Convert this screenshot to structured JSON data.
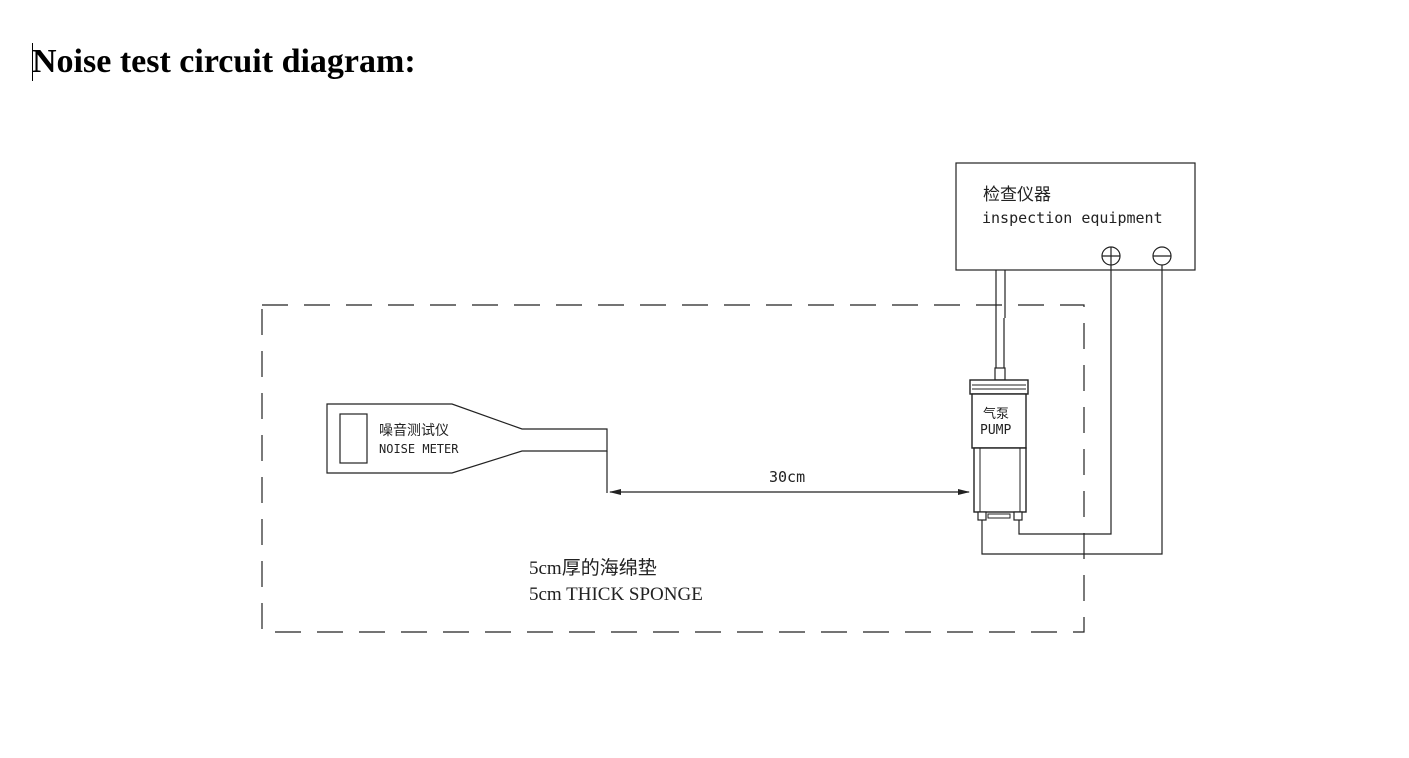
{
  "header": {
    "title": "Noise test circuit diagram:"
  },
  "inspection_box": {
    "label_cn": "检查仪器",
    "label_en": "inspection equipment"
  },
  "noise_meter": {
    "label_cn": "噪音测试仪",
    "label_en": "NOISE METER"
  },
  "pump": {
    "label_cn": "气泵",
    "label_en": "PUMP"
  },
  "distance": {
    "label": "30cm"
  },
  "sponge": {
    "label_cn": "5cm厚的海绵垫",
    "label_en": "5cm THICK SPONGE"
  },
  "colors": {
    "line": "#222222",
    "text": "#000000",
    "background": "#ffffff"
  }
}
